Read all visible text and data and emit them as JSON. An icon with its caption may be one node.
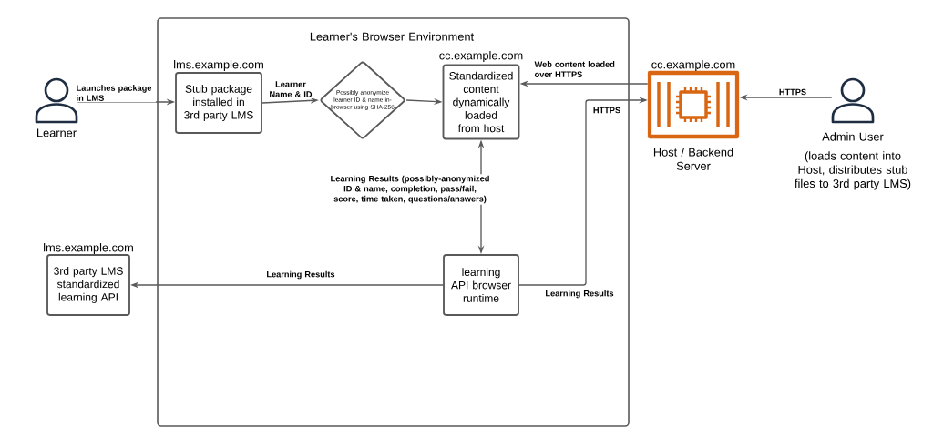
{
  "diagram": {
    "nodes": [
      {
        "text": [
          "Learner's Browser Environment"
        ]
      },
      {
        "text": [
          "Learner"
        ]
      },
      {
        "text": [
          "lms.example.com",
          "Stub package installed in 3rd party LMS"
        ],
        "in": 0
      },
      {
        "text": [
          "Possibly anonymize learner ID & name in-browser using SHA-256"
        ],
        "in": 0
      },
      {
        "text": [
          "cc.example.com",
          "Standardized content dynamically loaded from host"
        ],
        "in": 0
      },
      {
        "text": [
          "learning API browser runtime"
        ],
        "in": 0
      },
      {
        "text": [
          "lms.example.com",
          "3rd party LMS standardized learning API"
        ]
      },
      {
        "text": [
          "cc.example.com",
          "Host / Backend Server"
        ]
      },
      {
        "text": [
          "Admin User",
          "(loads content into Host, distributes stub files to 3rd party LMS)"
        ]
      }
    ],
    "edges": [
      {
        "from": 1,
        "to": 2,
        "arrow": "to",
        "label": "Launches package in LMS"
      },
      {
        "from": 2,
        "to": 3,
        "arrow": "to",
        "label": "Learner Name & ID"
      },
      {
        "from": 3,
        "to": 4,
        "arrow": "to"
      },
      {
        "from": 7,
        "to": 4,
        "arrow": "to",
        "label": "Web content loaded over HTTPS"
      },
      {
        "from": 8,
        "to": 7,
        "arrow": "to",
        "label": "HTTPS"
      },
      {
        "from": 4,
        "to": 5,
        "arrow": "both",
        "label": "Learning Results (possibly-anonymized ID & name, completion, pass/fail, score, time taken, questions/answers)"
      },
      {
        "from": 5,
        "to": 6,
        "arrow": "to",
        "label": "Learning Results"
      },
      {
        "from": 5,
        "to": 7,
        "arrow": "to",
        "label": "Learning Results"
      }
    ],
    "labels": [
      "HTTPS"
    ]
  }
}
